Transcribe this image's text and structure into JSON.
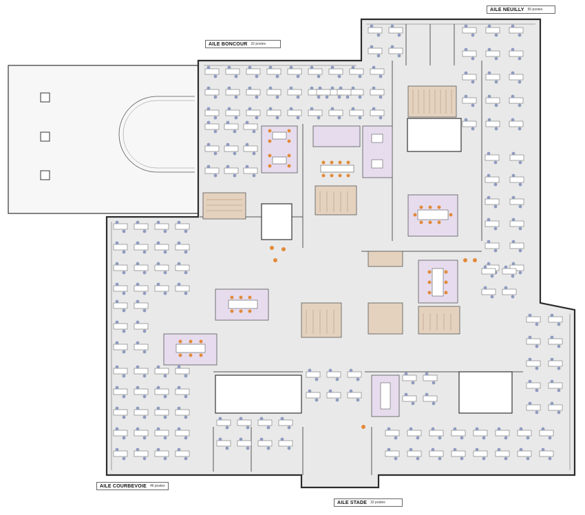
{
  "wings": [
    {
      "name": "AILE BONCOUR",
      "count": "32 postes"
    },
    {
      "name": "AILE NEUILLY",
      "count": "50 postes"
    },
    {
      "name": "AILE COURBEVOIE",
      "count": "46 postes"
    },
    {
      "name": "AILE STADE",
      "count": "32 postes"
    }
  ],
  "colors": {
    "floor": "#e9e9e9",
    "wall": "#2b2b2b",
    "meeting_room": "#e6dcee",
    "stair": "#e4d2bf",
    "desk": "#ffffff",
    "chair": "#8f9bbf",
    "accent_chair": "#e28a3a",
    "roof": "#f7f7f7"
  }
}
